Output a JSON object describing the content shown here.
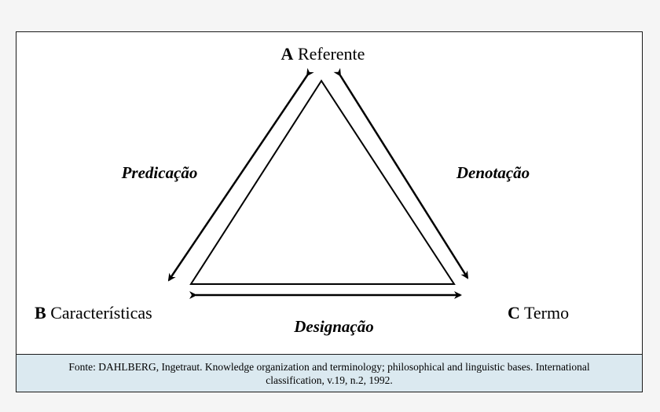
{
  "vertices": {
    "a": {
      "letter": "A",
      "name": "Referente"
    },
    "b": {
      "letter": "B",
      "name": "Características"
    },
    "c": {
      "letter": "C",
      "name": "Termo"
    }
  },
  "relations": {
    "ab": "Predicação",
    "ac": "Denotação",
    "bc": "Designação"
  },
  "caption": "Fonte: DAHLBERG, Ingetraut. Knowledge organization and terminology; philosophical and linguistic bases. International classification, v.19, n.2, 1992.",
  "colors": {
    "stroke": "#000000",
    "caption_background": "#dbe9f0",
    "page_background": "#f5f5f5"
  }
}
